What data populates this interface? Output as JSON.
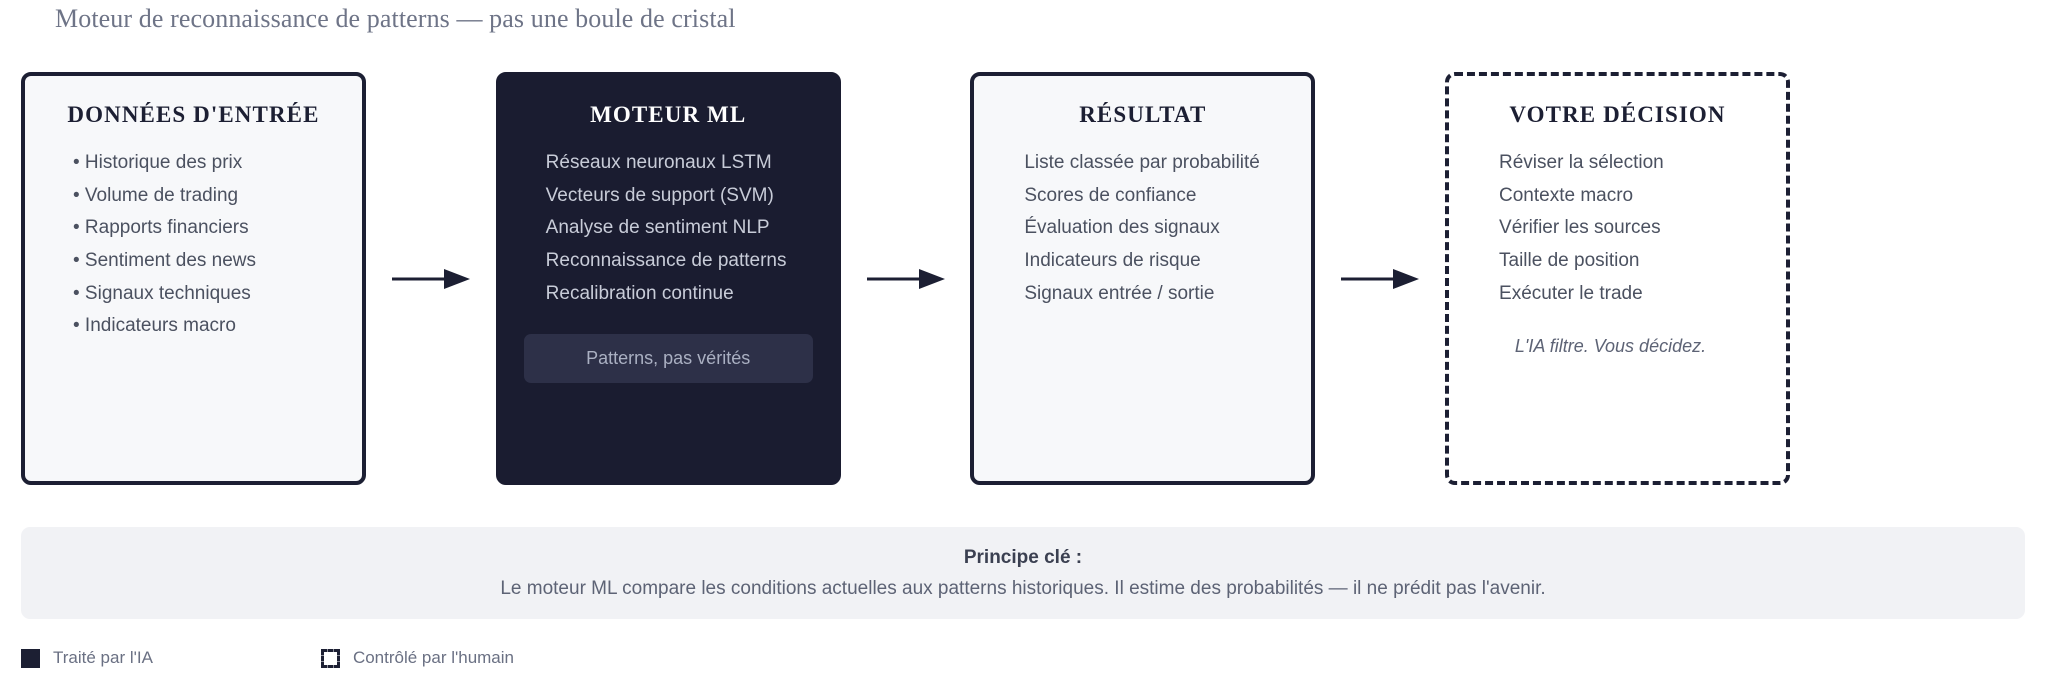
{
  "page": {
    "title": "Moteur de reconnaissance de patterns — pas une boule de cristal",
    "background": "#ffffff",
    "accent_dark": "#1c1f33",
    "card_light_bg": "#f7f8fa",
    "card_dark_bg": "#1a1c30",
    "principle_bg": "#f1f2f5"
  },
  "flow": {
    "cards": [
      {
        "id": "input",
        "title": "DONNÉES D'ENTRÉE",
        "style": "solid-light",
        "items": [
          "• Historique des prix",
          "• Volume de trading",
          "• Rapports financiers",
          "• Sentiment des news",
          "• Signaux techniques",
          "• Indicateurs macro"
        ]
      },
      {
        "id": "engine",
        "title": "MOTEUR ML",
        "style": "solid-dark",
        "items": [
          "Réseaux neuronaux LSTM",
          "Vecteurs de support (SVM)",
          "Analyse de sentiment NLP",
          "Reconnaissance de patterns",
          "Recalibration continue"
        ],
        "badge": "Patterns, pas vérités"
      },
      {
        "id": "output",
        "title": "RÉSULTAT",
        "style": "solid-light",
        "items": [
          "Liste classée par probabilité",
          "Scores de confiance",
          "Évaluation des signaux",
          "Indicateurs de risque",
          "Signaux entrée / sortie"
        ]
      },
      {
        "id": "decision",
        "title": "VOTRE DÉCISION",
        "style": "dashed",
        "items": [
          "Réviser la sélection",
          "Contexte macro",
          "Vérifier les sources",
          "Taille de position",
          "Exécuter le trade"
        ],
        "footnote": "L'IA filtre. Vous décidez."
      }
    ],
    "arrows": [
      "arrow-right-icon",
      "arrow-right-icon",
      "arrow-right-icon"
    ]
  },
  "principle": {
    "label": "Principe clé :",
    "text": "Le moteur ML compare les conditions actuelles aux patterns historiques. Il estime des probabilités — il ne prédit pas l'avenir."
  },
  "legend": {
    "items": [
      {
        "swatch": "filled-square-icon",
        "label": "Traité par l'IA"
      },
      {
        "swatch": "dashed-square-icon",
        "label": "Contrôlé par l'humain"
      }
    ]
  }
}
